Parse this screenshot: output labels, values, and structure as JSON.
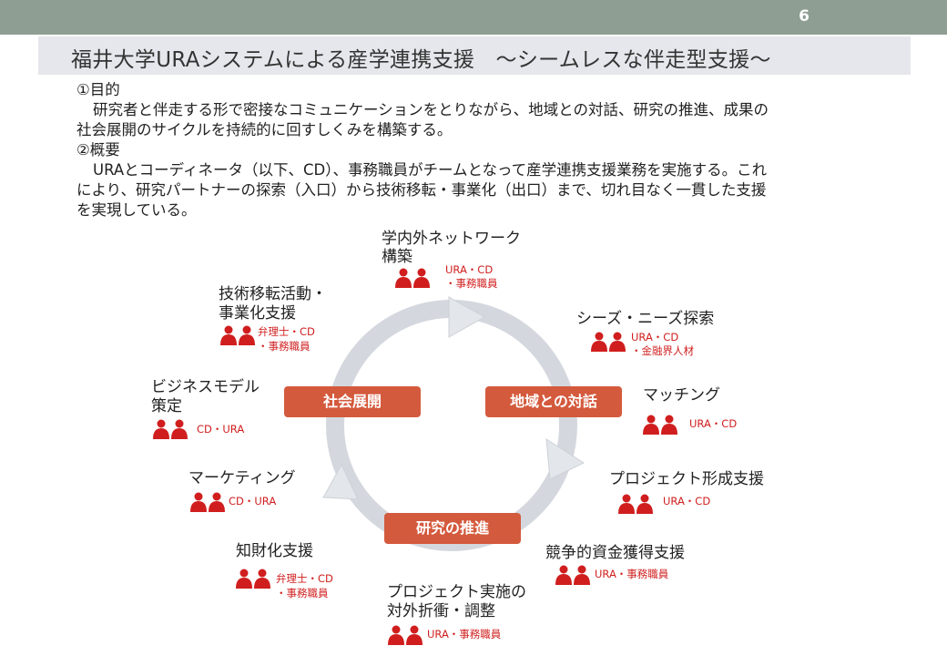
{
  "header": {
    "page_number": "6"
  },
  "title": "福井大学URAシステムによる産学連携支援　～シームレスな伴走型支援～",
  "body": {
    "purpose_heading": "①目的",
    "purpose_line1": "研究者と伴走する形で密接なコミュニケーションをとりながら、地域との対話、研究の推進、成果の",
    "purpose_line2": "社会展開のサイクルを持続的に回すしくみを構築する。",
    "overview_heading": "②概要",
    "overview_line1": "URAとコーディネータ（以下、CD）、事務職員がチームとなって産学連携支援業務を実施する。これ",
    "overview_line2": "により、研究パートナーの探索（入口）から技術移転・事業化（出口）まで、切れ目なく一貫した支援",
    "overview_line3": "を実現している。"
  },
  "cycle": {
    "stages": {
      "dialogue": "地域との対話",
      "research": "研究の推進",
      "society": "社会展開"
    },
    "activities": {
      "network": {
        "line1": "学内外ネットワーク",
        "line2": "構築",
        "role1": "URA・CD",
        "role2": "・事務職員"
      },
      "seeds": {
        "label": "シーズ・ニーズ探索",
        "role1": "URA・CD",
        "role2": "・金融界人材"
      },
      "matching": {
        "label": "マッチング",
        "role1": "URA・CD"
      },
      "project_form": {
        "label": "プロジェクト形成支援",
        "role1": "URA・CD"
      },
      "funding": {
        "label": "競争的資金獲得支援",
        "role1": "URA・事務職員"
      },
      "project_exec": {
        "line1": "プロジェクト実施の",
        "line2": "対外折衝・調整",
        "role1": "URA・事務職員"
      },
      "ip": {
        "label": "知財化支援",
        "role1": "弁理士・CD",
        "role2": "・事務職員"
      },
      "marketing": {
        "label": "マーケティング",
        "role1": "CD・URA"
      },
      "business_model": {
        "line1": "ビジネスモデル",
        "line2": "策定",
        "role1": "CD・URA"
      },
      "tech_transfer": {
        "line1": "技術移転活動・",
        "line2": "事業化支援",
        "role1": "弁理士・CD",
        "role2": "・事務職員"
      }
    }
  },
  "colors": {
    "accent_red": "#d45a3d",
    "people_red": "#d01e1e",
    "ring_gray": "#d4d8de",
    "topbar": "#8e9e93"
  }
}
